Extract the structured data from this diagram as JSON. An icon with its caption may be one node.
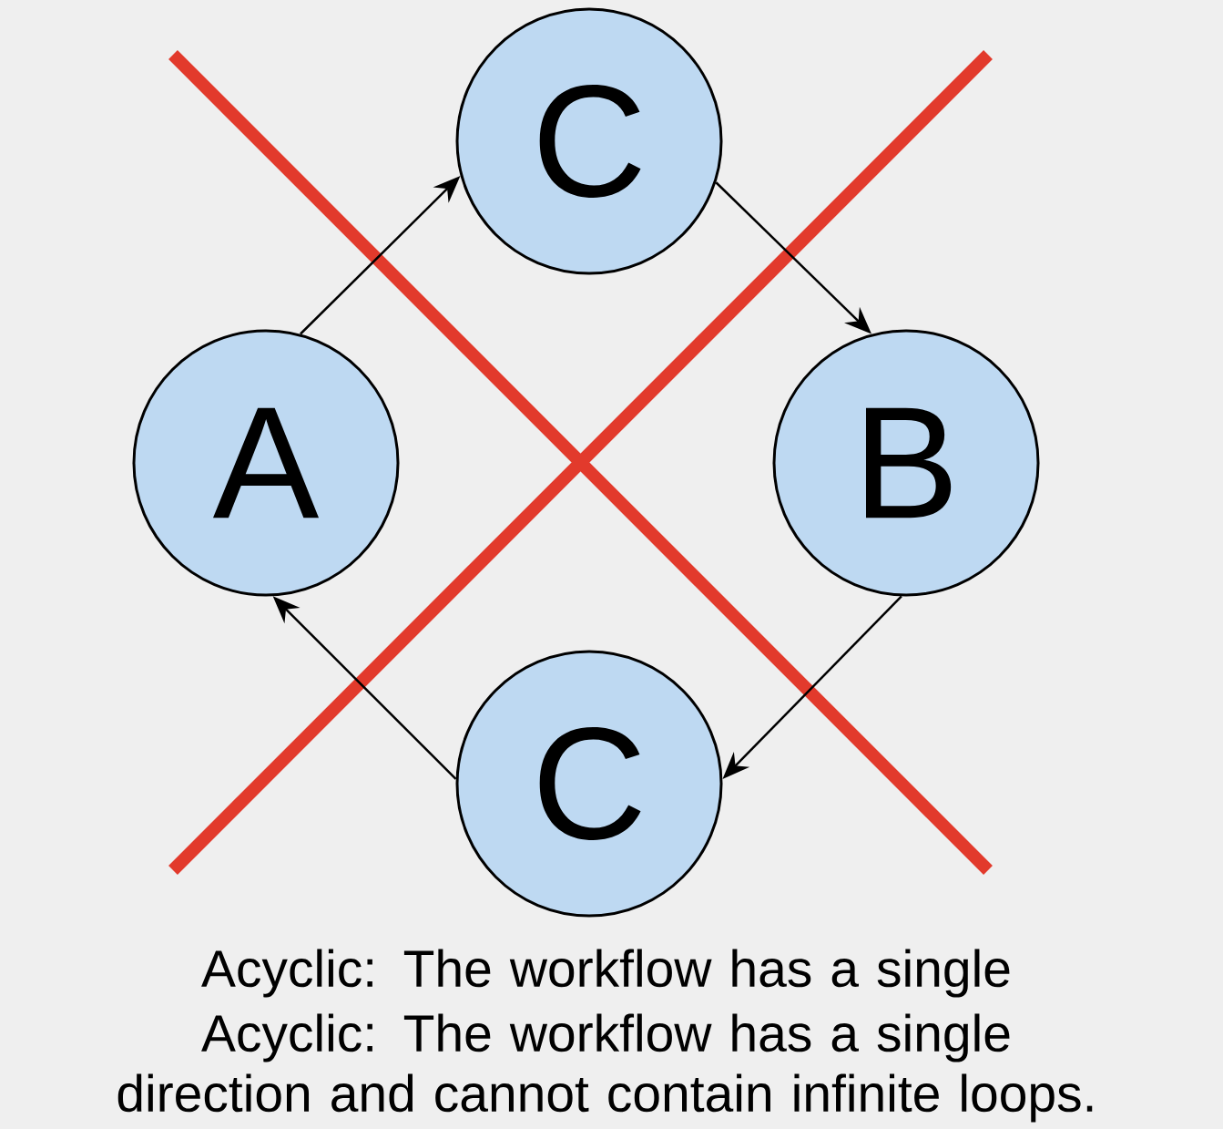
{
  "diagram": {
    "nodes": [
      {
        "text": [
          "C"
        ]
      },
      {
        "text": [
          "A"
        ]
      },
      {
        "text": [
          "B"
        ]
      },
      {
        "text": [
          "C"
        ]
      }
    ],
    "edges": [
      {
        "from": 1,
        "to": 0,
        "arrow": "to"
      },
      {
        "from": 0,
        "to": 2,
        "arrow": "to"
      },
      {
        "from": 2,
        "to": 3,
        "arrow": "to"
      },
      {
        "from": 3,
        "to": 1,
        "arrow": "to"
      }
    ],
    "labels": [
      "Acyclic: The workflow has a single",
      "Acyclic: The workflow has a single direction and cannot contain infinite loops."
    ]
  }
}
